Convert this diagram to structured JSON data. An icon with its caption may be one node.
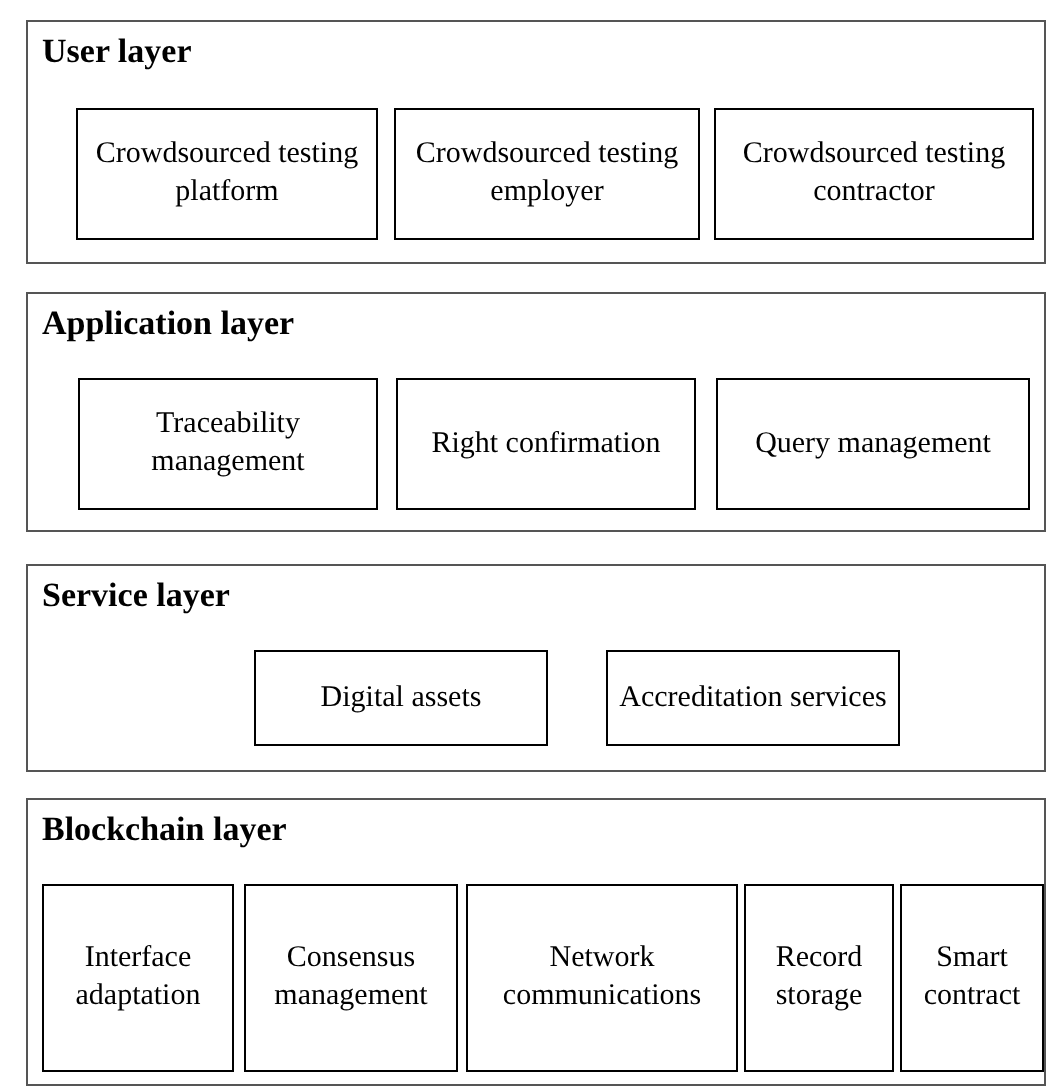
{
  "diagram": {
    "nodes": [
      {
        "text": [
          "User layer"
        ]
      },
      {
        "text": [
          "Crowdsourced testing platform"
        ],
        "in": 0
      },
      {
        "text": [
          "Crowdsourced testing employer"
        ],
        "in": 0
      },
      {
        "text": [
          "Crowdsourced testing contractor"
        ],
        "in": 0
      },
      {
        "text": [
          "Application layer"
        ]
      },
      {
        "text": [
          "Traceability management"
        ],
        "in": 4
      },
      {
        "text": [
          "Right confirmation"
        ],
        "in": 4
      },
      {
        "text": [
          "Query management"
        ],
        "in": 4
      },
      {
        "text": [
          "Service layer"
        ]
      },
      {
        "text": [
          "Digital assets"
        ],
        "in": 8
      },
      {
        "text": [
          "Accreditation services"
        ],
        "in": 8
      },
      {
        "text": [
          "Blockchain layer"
        ]
      },
      {
        "text": [
          "Interface adaptation"
        ],
        "in": 11
      },
      {
        "text": [
          "Consensus management"
        ],
        "in": 11
      },
      {
        "text": [
          "Network communications"
        ],
        "in": 11
      },
      {
        "text": [
          "Record storage"
        ],
        "in": 11
      },
      {
        "text": [
          "Smart contract"
        ],
        "in": 11
      }
    ]
  }
}
